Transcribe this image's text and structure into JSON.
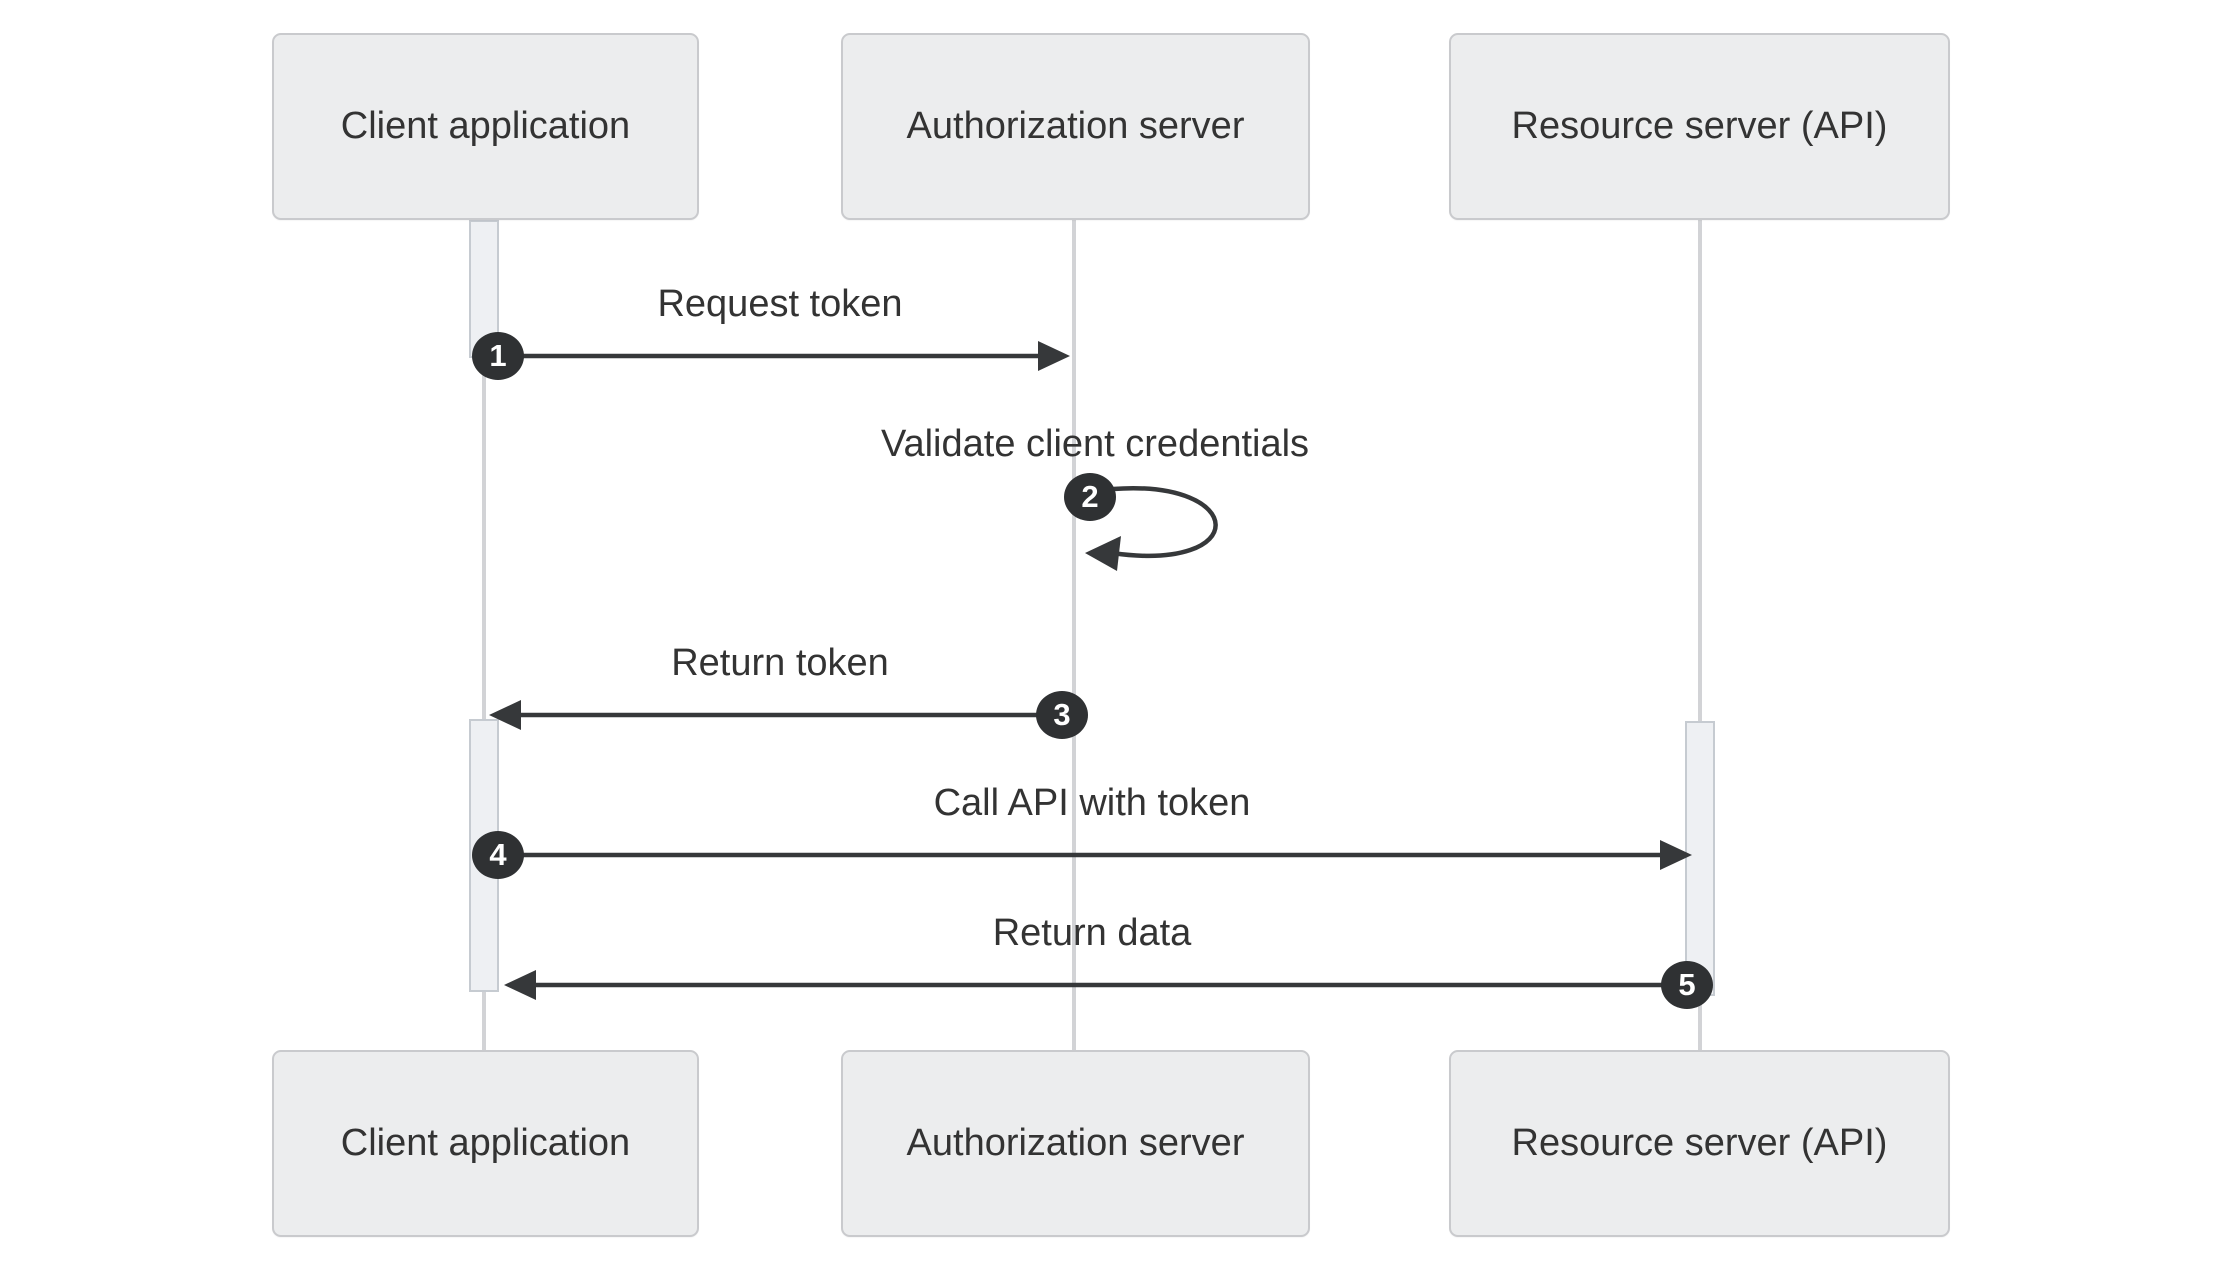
{
  "diagram": {
    "type": "sequence-diagram",
    "actors": [
      {
        "id": "client",
        "name": "Client application"
      },
      {
        "id": "auth",
        "name": "Authorization server"
      },
      {
        "id": "resource",
        "name": "Resource server (API)"
      }
    ],
    "messages": [
      {
        "seq": "1",
        "label": "Request token",
        "from": "client",
        "to": "auth",
        "self": false
      },
      {
        "seq": "2",
        "label": "Validate client credentials",
        "from": "auth",
        "to": "auth",
        "self": true
      },
      {
        "seq": "3",
        "label": "Return token",
        "from": "auth",
        "to": "client",
        "self": false
      },
      {
        "seq": "4",
        "label": "Call API with token",
        "from": "client",
        "to": "resource",
        "self": false
      },
      {
        "seq": "5",
        "label": "Return data",
        "from": "resource",
        "to": "client",
        "self": false
      }
    ],
    "colors": {
      "background": "#ffffff",
      "actor_fill": "#ecedee",
      "actor_border": "#c9cacd",
      "lifeline": "#d2d3d6",
      "activation_fill": "#eef0f3",
      "activation_border": "#c6cbd1",
      "arrow": "#36383a",
      "badge_fill": "#2f3133",
      "badge_text": "#ffffff",
      "text": "#333333"
    }
  }
}
